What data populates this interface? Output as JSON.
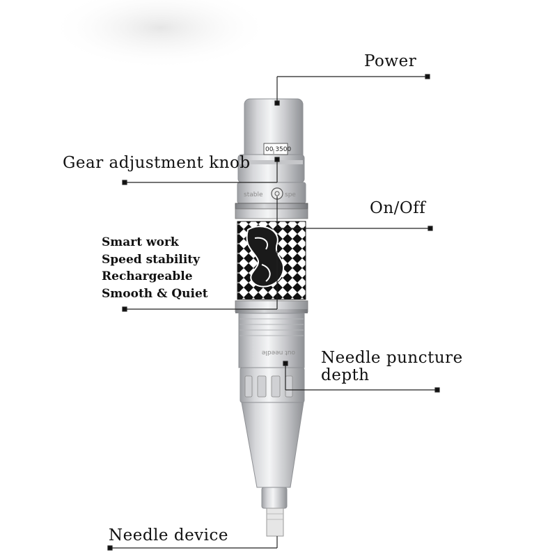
{
  "labels": {
    "power": "Power",
    "gear_knob": "Gear adjustment knob",
    "on_off": "On/Off",
    "needle_depth_line1": "Needle puncture",
    "needle_depth_line2": "depth",
    "needle_device": "Needle device"
  },
  "features": [
    "Smart work",
    "Speed stability",
    "Rechargeable",
    "Smooth & Quiet"
  ],
  "device_marks": {
    "gear_scale": "00 3500",
    "band_left": "stable",
    "band_right": "spe",
    "sleeve_text": "out needle"
  },
  "colors": {
    "background": "#ffffff",
    "text": "#111111",
    "leader": "#222222",
    "metal_light": "#e9eaec",
    "metal_dark": "#9a9ca0"
  }
}
